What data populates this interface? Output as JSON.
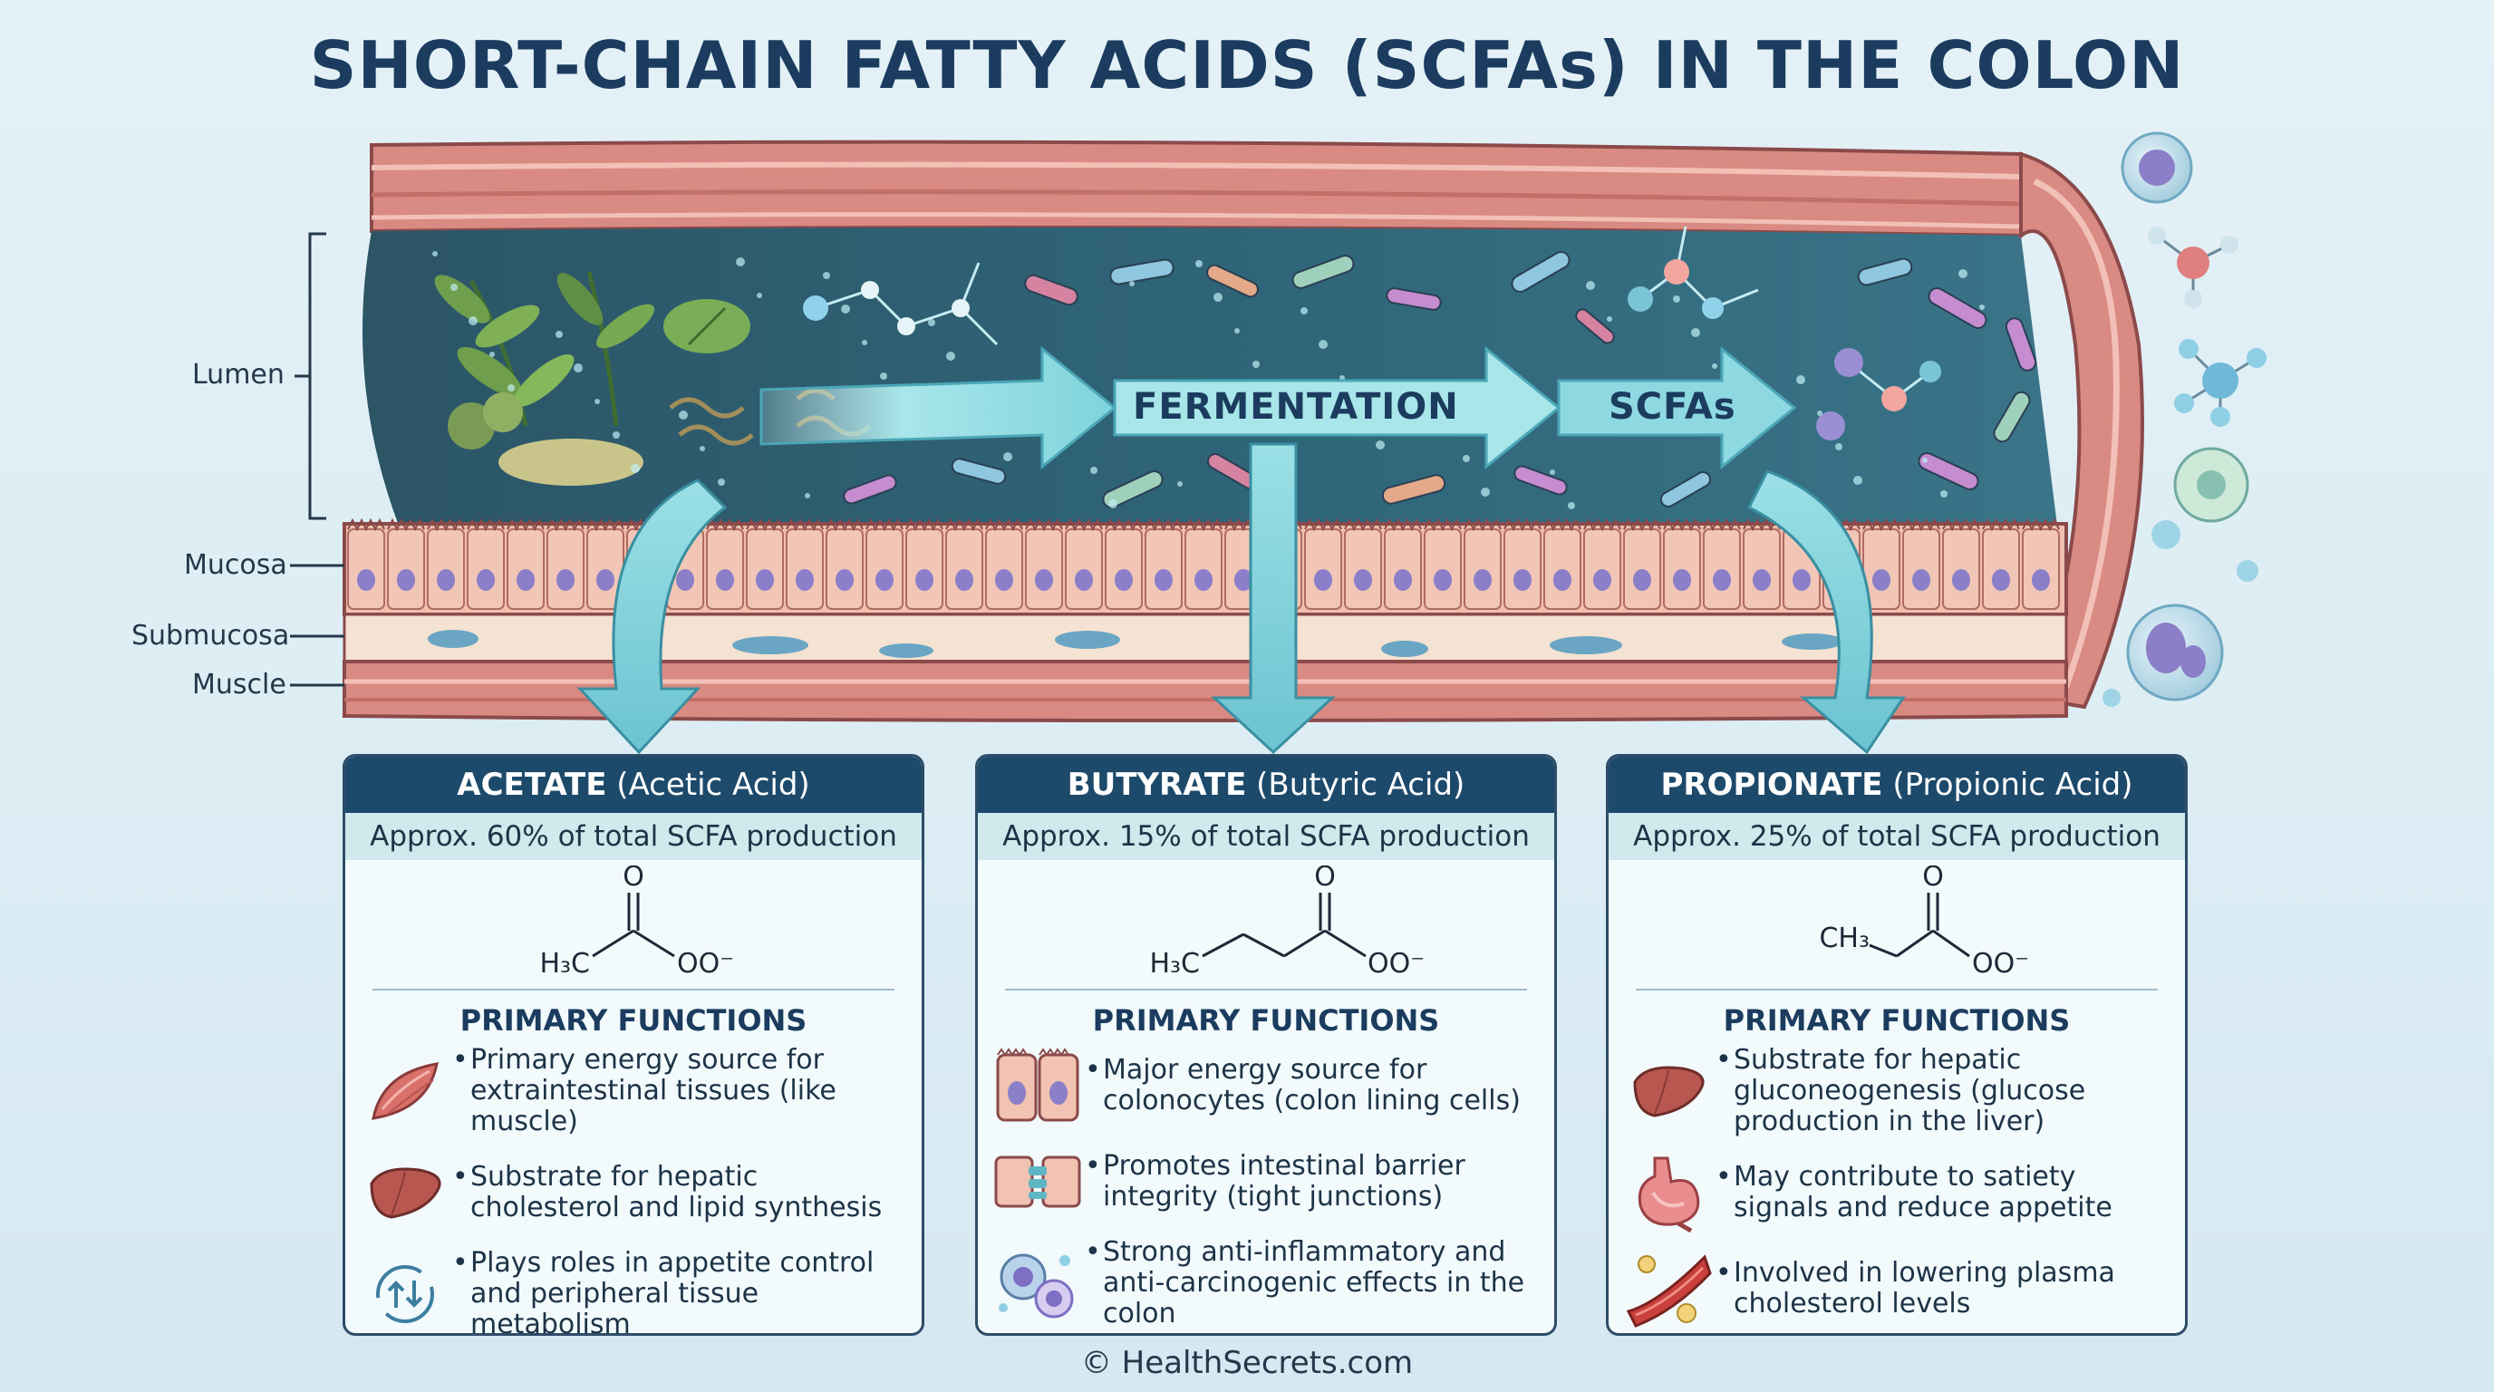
{
  "title": "SHORT-CHAIN FATTY ACIDS (SCFAs) IN THE COLON",
  "layers": {
    "lumen": "Lumen",
    "mucosa": "Mucosa",
    "submucosa": "Submucosa",
    "muscle": "Muscle"
  },
  "flow": {
    "fermentation": "FERMENTATION",
    "scfas": "SCFAs"
  },
  "panels": [
    {
      "name": "ACETATE",
      "sub": "(Acetic Acid)",
      "stat": "Approx. 60% of total SCFA production",
      "formula": {
        "left": "H₃C",
        "oxygen": "O",
        "anion": "OO⁻"
      },
      "functions_title": "PRIMARY FUNCTIONS",
      "functions": [
        {
          "icon": "muscle-icon",
          "text": "Primary energy source for extraintestinal tissues (like muscle)"
        },
        {
          "icon": "liver-icon",
          "text": "Substrate for hepatic cholesterol and lipid synthesis"
        },
        {
          "icon": "metabolism-cycle-icon",
          "text": "Plays roles in appetite control and peripheral tissue metabolism"
        }
      ]
    },
    {
      "name": "BUTYRATE",
      "sub": "(Butyric Acid)",
      "stat": "Approx. 15% of total SCFA production",
      "formula": {
        "left": "H₃C",
        "oxygen": "O",
        "anion": "OO⁻"
      },
      "functions_title": "PRIMARY FUNCTIONS",
      "functions": [
        {
          "icon": "colonocyte-cells-icon",
          "text": "Major energy source for colonocytes (colon lining cells)"
        },
        {
          "icon": "tight-junction-icon",
          "text": "Promotes intestinal barrier integrity (tight junctions)"
        },
        {
          "icon": "immune-cells-icon",
          "text": "Strong anti-inflammatory and anti-carcinogenic effects in the colon"
        }
      ]
    },
    {
      "name": "PROPIONATE",
      "sub": "(Propionic Acid)",
      "stat": "Approx. 25% of total SCFA production",
      "formula": {
        "left": "CH₃",
        "oxygen": "O",
        "anion": "OO⁻"
      },
      "functions_title": "PRIMARY FUNCTIONS",
      "functions": [
        {
          "icon": "liver-icon",
          "text": "Substrate for hepatic gluconeogenesis (glucose production in the liver)"
        },
        {
          "icon": "stomach-icon",
          "text": "May contribute to satiety signals and reduce appetite"
        },
        {
          "icon": "blood-vessel-icon",
          "text": "Involved in lowering plasma cholesterol levels"
        }
      ]
    }
  ],
  "footer": "© HealthSecrets.com",
  "colors": {
    "title": "#1b3c5e",
    "panel_header": "#1d4a6b",
    "panel_stat": "#cfe9ec",
    "lumen": "#2c5a6c",
    "muscle": "#d9827c",
    "mucosa": "#f1c3b4",
    "arrow": "#8fd9e1"
  }
}
